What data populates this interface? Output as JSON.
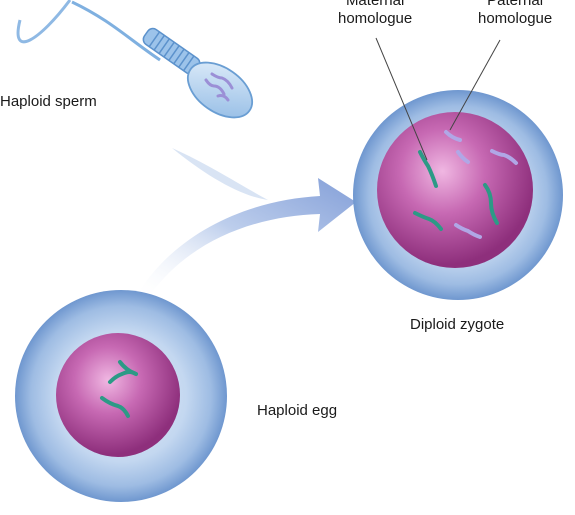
{
  "labels": {
    "maternal_homologue_line1": "Maternal",
    "maternal_homologue_line2": "homologue",
    "paternal_homologue_line1": "Paternal",
    "paternal_homologue_line2": "homologue",
    "haploid_sperm": "Haploid sperm",
    "diploid_zygote": "Diploid zygote",
    "haploid_egg": "Haploid egg"
  },
  "colors": {
    "cell_outer": "#8fb3e0",
    "cell_inner_light": "#d9e8f7",
    "nucleus": "#a4378f",
    "nucleus_light": "#e6a6d6",
    "maternal_chromosome": "#2c9a86",
    "paternal_chromosome": "#9b8fd6",
    "arrow": "#8aa6dc",
    "sperm": "#6ea6dc",
    "leader_line": "#555555"
  }
}
